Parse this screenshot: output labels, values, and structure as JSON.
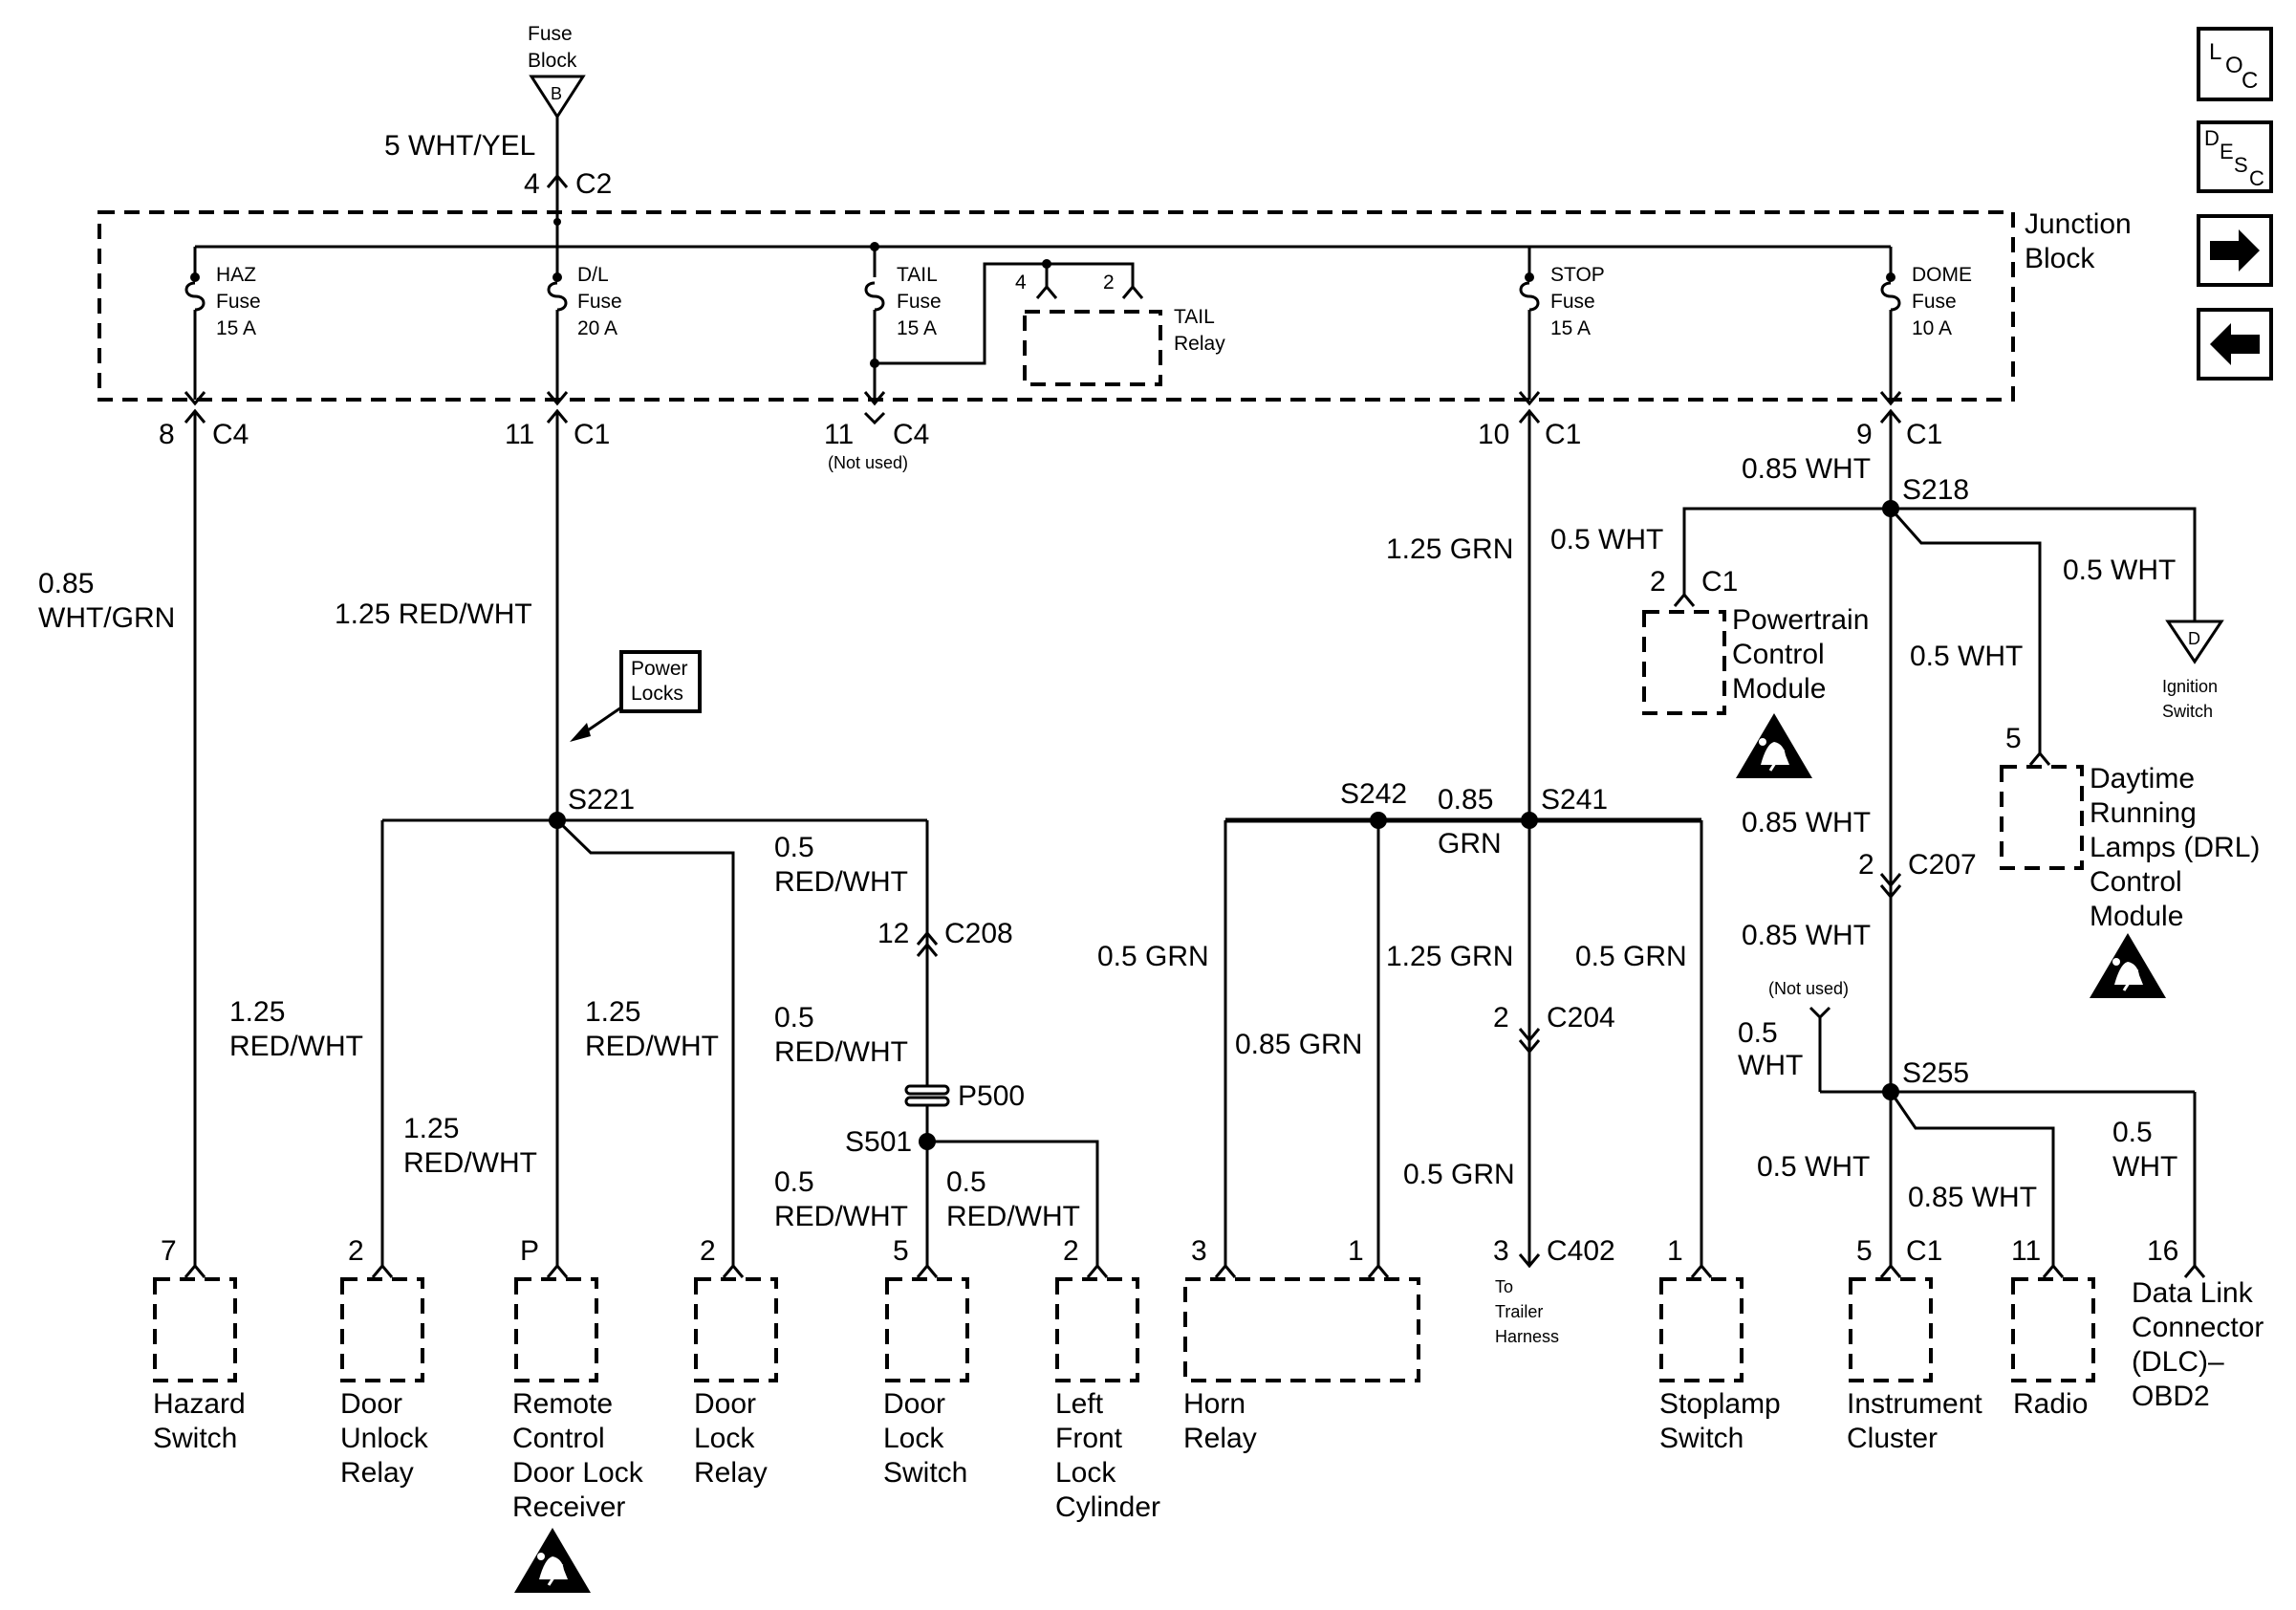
{
  "top": {
    "fuse_block_line1": "Fuse",
    "fuse_block_line2": "Block",
    "fuse_block_term": "B",
    "wire": "5 WHT/YEL",
    "pin": "4",
    "conn": "C2"
  },
  "junction_block": {
    "line1": "Junction",
    "line2": "Block"
  },
  "fuses": [
    {
      "name": "HAZ",
      "word": "Fuse",
      "amps": "15 A"
    },
    {
      "name": "D/L",
      "word": "Fuse",
      "amps": "20 A"
    },
    {
      "name": "TAIL",
      "word": "Fuse",
      "amps": "15 A"
    },
    {
      "name": "STOP",
      "word": "Fuse",
      "amps": "15 A"
    },
    {
      "name": "DOME",
      "word": "Fuse",
      "amps": "10 A"
    }
  ],
  "tail_relay": {
    "label1": "TAIL",
    "label2": "Relay",
    "pin_a": "4",
    "pin_b": "2"
  },
  "outputs": [
    {
      "pin": "8",
      "conn": "C4"
    },
    {
      "pin": "11",
      "conn": "C1"
    },
    {
      "pin": "11",
      "conn": "C4",
      "note": "(Not used)"
    },
    {
      "pin": "10",
      "conn": "C1"
    },
    {
      "pin": "9",
      "conn": "C1"
    }
  ],
  "nav": {
    "loc": [
      "L",
      "O",
      "C"
    ],
    "desc": [
      "D",
      "E",
      "S",
      "C"
    ],
    "next_icon": "arrow-right-icon",
    "prev_icon": "arrow-left-icon"
  },
  "wires": {
    "haz_1": "0.85",
    "haz_2": "WHT/GRN",
    "dl": "1.25 RED/WHT",
    "power_locks_1": "Power",
    "power_locks_2": "Locks",
    "s221": "S221",
    "w1_1": "1.25",
    "w1_2": "RED/WHT",
    "w2_1": "1.25",
    "w2_2": "RED/WHT",
    "w3_1": "1.25",
    "w3_2": "RED/WHT",
    "w4_1": "0.5",
    "w4_2": "RED/WHT",
    "c208_pin": "12",
    "c208": "C208",
    "w5_1": "0.5",
    "w5_2": "RED/WHT",
    "p500": "P500",
    "s501": "S501",
    "w6_1": "0.5",
    "w6_2": "RED/WHT",
    "w7_1": "0.5",
    "w7_2": "RED/WHT",
    "stop": "1.25 GRN",
    "s242": "S242",
    "s241": "S241",
    "mid_1": "0.85",
    "mid_2": "GRN",
    "g1": "0.5 GRN",
    "g2": "0.85 GRN",
    "g3": "1.25 GRN",
    "g4": "0.5 GRN",
    "c204_pin": "2",
    "c204": "C204",
    "g5": "0.5 GRN",
    "dome": "0.85 WHT",
    "s218": "S218",
    "d1": "0.5 WHT",
    "d2": "0.5 WHT",
    "d3": "0.5 WHT",
    "c1_pin": "2",
    "c1": "C1",
    "ign_1": "Ignition",
    "ign_2": "Switch",
    "ign_term": "D",
    "drl_pin": "5",
    "d4": "0.85 WHT",
    "c207_pin": "2",
    "c207": "C207",
    "d5": "0.85 WHT",
    "not_used": "(Not used)",
    "d6_1": "0.5",
    "d6_2": "WHT",
    "s255": "S255",
    "d7": "0.5 WHT",
    "d8": "0.85 WHT",
    "d9_1": "0.5",
    "d9_2": "WHT"
  },
  "modules": {
    "pcm": [
      "Powertrain",
      "Control",
      "Module"
    ],
    "drl": [
      "Daytime",
      "Running",
      "Lamps (DRL)",
      "Control",
      "Module"
    ]
  },
  "components": [
    {
      "pin": "7",
      "lines": [
        "Hazard",
        "Switch"
      ]
    },
    {
      "pin": "2",
      "lines": [
        "Door",
        "Unlock",
        "Relay"
      ]
    },
    {
      "pin": "P",
      "lines": [
        "Remote",
        "Control",
        "Door Lock",
        "Receiver"
      ]
    },
    {
      "pin": "2",
      "lines": [
        "Door",
        "Lock",
        "Relay"
      ]
    },
    {
      "pin": "5",
      "lines": [
        "Door",
        "Lock",
        "Switch"
      ]
    },
    {
      "pin": "2",
      "lines": [
        "Left",
        "Front",
        "Lock",
        "Cylinder"
      ]
    },
    {
      "pin_a": "3",
      "pin_b": "1",
      "lines": [
        "Horn",
        "Relay"
      ]
    },
    {
      "pin": "3",
      "conn": "C402",
      "lines": [
        "To",
        "Trailer",
        "Harness"
      ]
    },
    {
      "pin": "1",
      "lines": [
        "Stoplamp",
        "Switch"
      ]
    },
    {
      "pin": "5",
      "conn": "C1",
      "lines": [
        "Instrument",
        "Cluster"
      ]
    },
    {
      "pin": "11",
      "lines": [
        "Radio"
      ]
    },
    {
      "pin": "16",
      "lines": [
        "Data Link",
        "Connector",
        "(DLC)–",
        "OBD2"
      ]
    }
  ]
}
